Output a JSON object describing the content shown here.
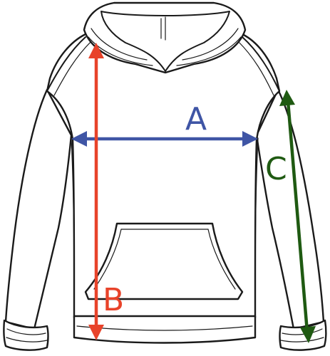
{
  "measurements": [
    {
      "key": "A",
      "label": "A",
      "color": "#3f55a5"
    },
    {
      "key": "B",
      "label": "B",
      "color": "#e8432a"
    },
    {
      "key": "C",
      "label": "C",
      "color": "#1f5a12"
    }
  ]
}
